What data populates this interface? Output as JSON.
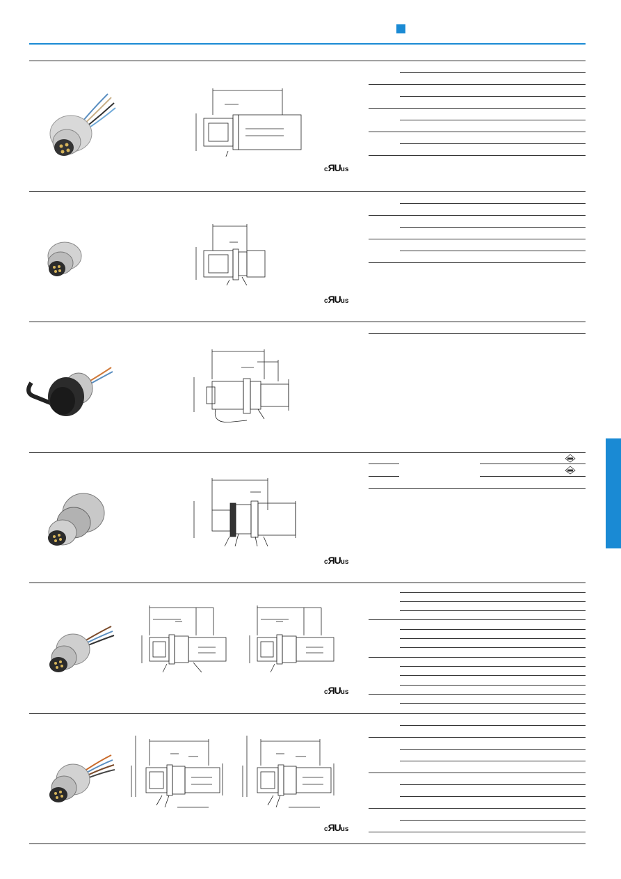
{
  "page": {
    "accent_color": "#1a8ad4",
    "header_marker_icon": "blue-square-icon",
    "side_tab_icon": "blue-side-tab"
  },
  "sections": [
    {
      "id": "product-1",
      "photo_icon": "m12-panel-connector-with-wires",
      "drawing_icon": "dimension-drawing",
      "cert": {
        "prefix": "c",
        "mark": "ЯU",
        "suffix": "us"
      }
    },
    {
      "id": "product-2",
      "photo_icon": "m12-panel-connector-short",
      "drawing_icon": "dimension-drawing",
      "cert": {
        "prefix": "c",
        "mark": "ЯU",
        "suffix": "us"
      }
    },
    {
      "id": "product-3",
      "photo_icon": "connector-with-protective-cap",
      "drawing_icon": "dimension-drawing",
      "cert": null
    },
    {
      "id": "product-4",
      "photo_icon": "m12-panel-connector-metal",
      "drawing_icon": "dimension-drawing",
      "cert": {
        "prefix": "c",
        "mark": "ЯU",
        "suffix": "us"
      },
      "badges": [
        "vde-icon",
        "vde-icon"
      ]
    },
    {
      "id": "product-5",
      "photo_icon": "m12-panel-connector-with-wires",
      "drawing_icon": "dimension-drawing-pair",
      "cert": {
        "prefix": "c",
        "mark": "ЯU",
        "suffix": "us"
      }
    },
    {
      "id": "product-6",
      "photo_icon": "m12-panel-connector-with-wires",
      "drawing_icon": "dimension-drawing-pair",
      "cert": {
        "prefix": "c",
        "mark": "ЯU",
        "suffix": "us"
      }
    }
  ]
}
